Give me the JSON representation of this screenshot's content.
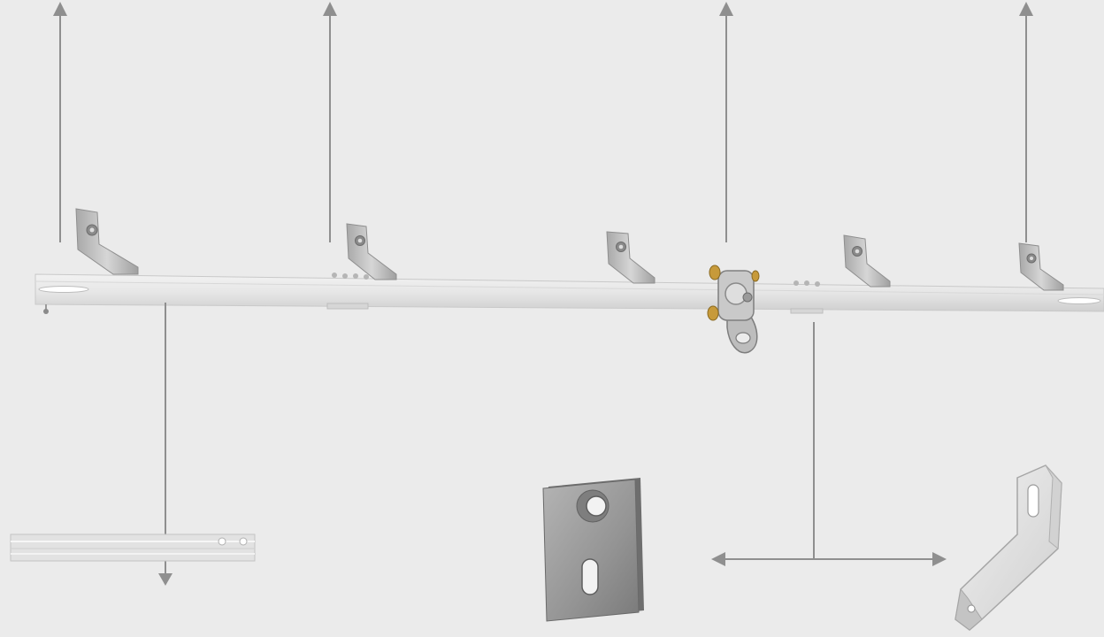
{
  "diagram": {
    "kind": "exploded product view of a rail fall-protection system",
    "colors": {
      "background": "#ebebeb",
      "arrow": "#8f8f8f",
      "rail": "#e4e4e4",
      "rail_edge": "#c9c9c9",
      "bracket": "#c6c6c6",
      "bracket_dark": "#9c9c9c",
      "plate": "#9a9a9a",
      "plate_dark": "#6e6e6e",
      "brass": "#c79a3a"
    },
    "components": [
      {
        "name": "rail",
        "label": ""
      },
      {
        "name": "z-bracket",
        "label": "",
        "count": 5
      },
      {
        "name": "rail-joint-connector",
        "label": "",
        "count": 2
      },
      {
        "name": "traveller-shuttle",
        "label": "",
        "count": 1
      },
      {
        "name": "rail-profile-detail",
        "label": ""
      },
      {
        "name": "mounting-plate",
        "label": ""
      },
      {
        "name": "z-bracket-detail",
        "label": ""
      }
    ]
  }
}
